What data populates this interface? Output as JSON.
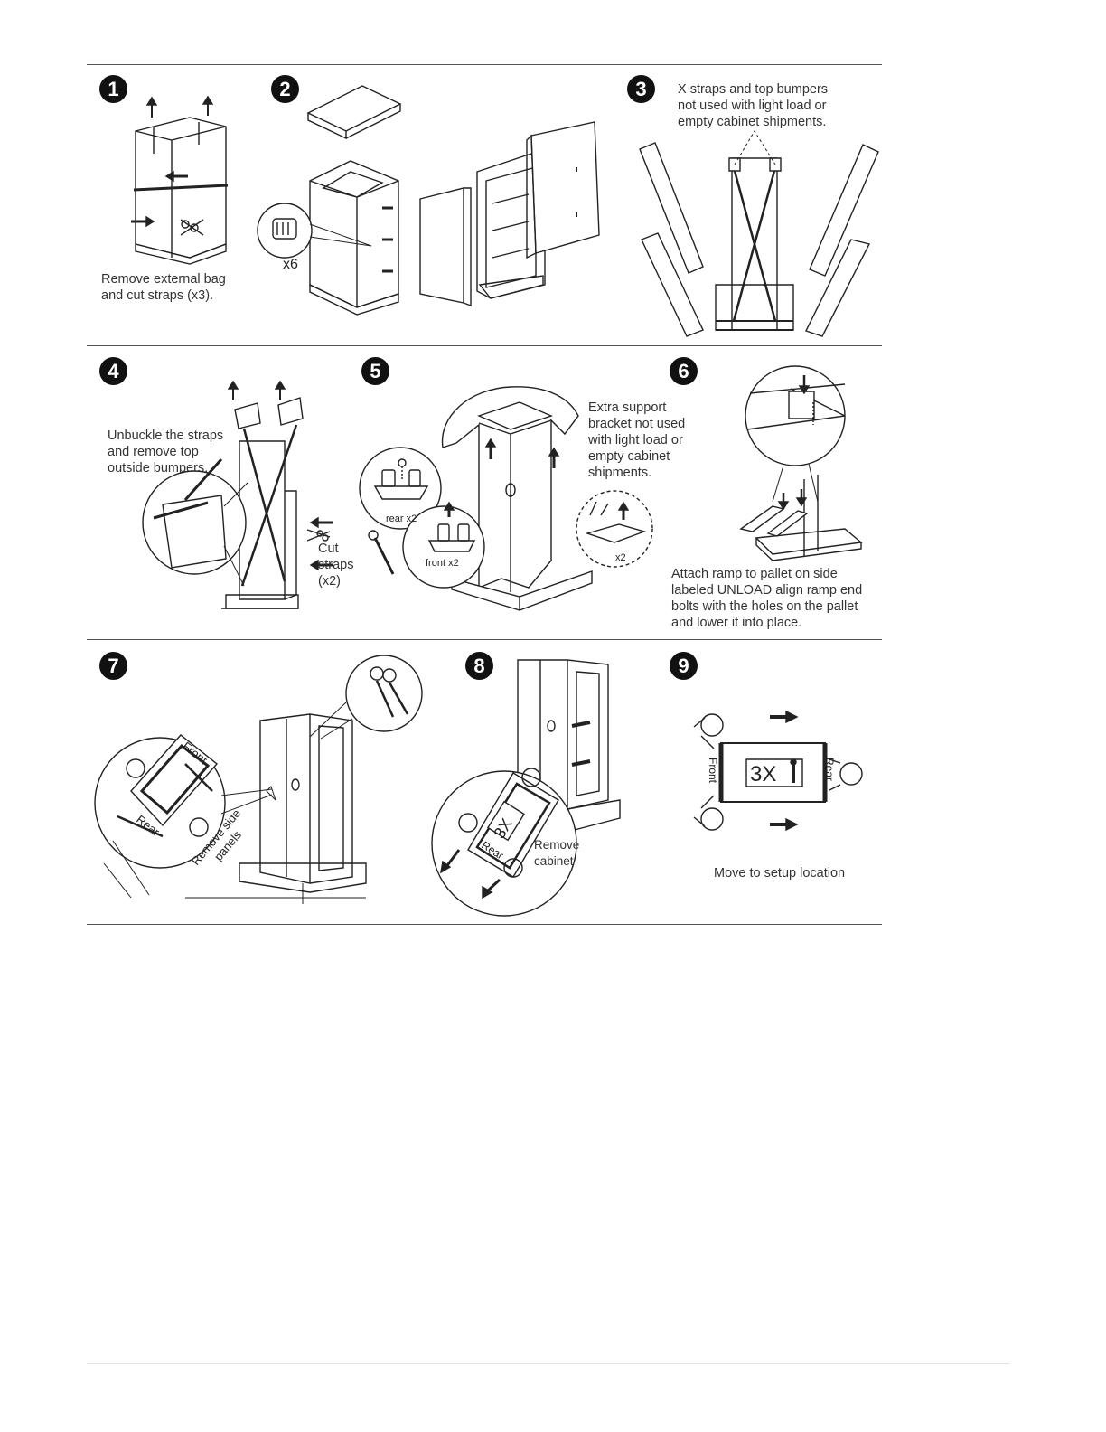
{
  "steps": [
    {
      "number": "1",
      "caption": "Remove external bag\nand cut straps (x3)."
    },
    {
      "number": "2",
      "callout": "x6"
    },
    {
      "number": "3",
      "caption": "X straps and top bumpers\nnot used with light load or\nempty cabinet shipments."
    },
    {
      "number": "4",
      "caption": "Unbuckle the straps\nand remove top\noutside bumpers.",
      "callout": "Cut\nstraps\n(x2)"
    },
    {
      "number": "5",
      "caption": "Extra support\nbracket not used\nwith light load or\nempty cabinet\nshipments.",
      "detail_labels": {
        "rear": "rear x2",
        "front": "front x2",
        "side": "x2"
      }
    },
    {
      "number": "6",
      "caption": "Attach ramp to pallet on side\nlabeled UNLOAD  align ramp end\nbolts with the holes on the pallet\nand lower it into place."
    },
    {
      "number": "7",
      "labels": {
        "front": "Front",
        "rear": "Rear",
        "panels": "Remove side\npanels"
      }
    },
    {
      "number": "8",
      "labels": {
        "people": "3X",
        "rear": "Rear",
        "remove": "Remove\ncabinet"
      }
    },
    {
      "number": "9",
      "caption": "Move to setup location",
      "labels": {
        "people": "3X",
        "front": "Front",
        "rear": "Rear"
      }
    }
  ],
  "colors": {
    "ink": "#222222",
    "rule": "#555555",
    "badge": "#111111"
  }
}
